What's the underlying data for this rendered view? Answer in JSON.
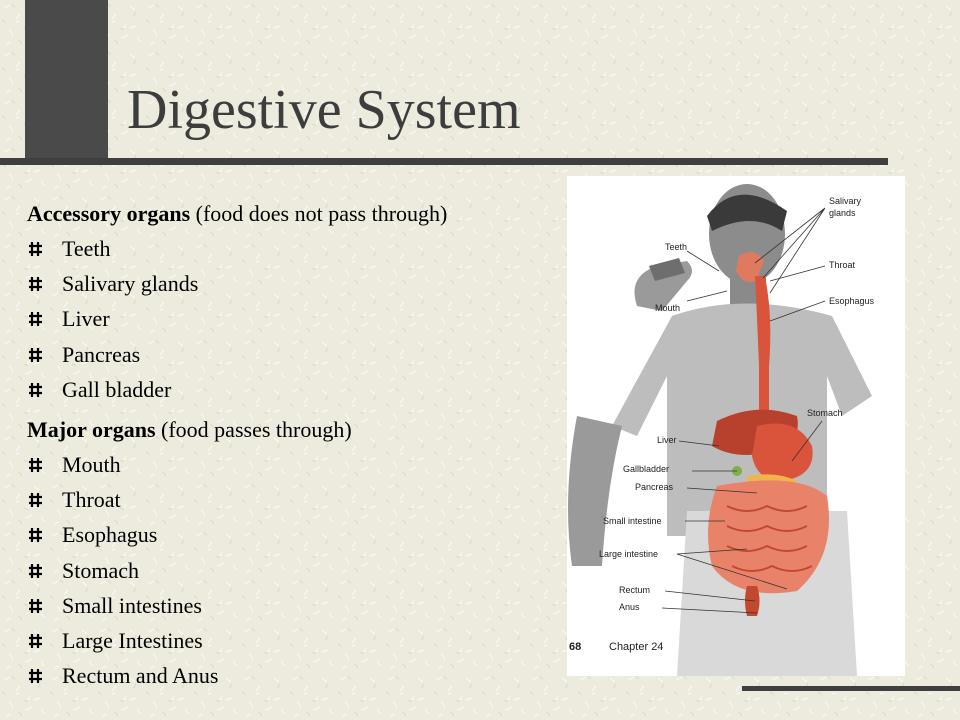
{
  "slide": {
    "title": "Digestive System",
    "accessory": {
      "heading_bold": "Accessory organs",
      "heading_rest": " (food does not pass through)",
      "items": [
        "Teeth",
        "Salivary glands",
        "Liver",
        "Pancreas",
        "Gall bladder"
      ]
    },
    "major": {
      "heading_bold": "Major organs",
      "heading_rest": " (food passes through)",
      "items": [
        "Mouth",
        "Throat",
        "Esophagus",
        "Stomach",
        "Small intestines",
        "Large Intestines",
        "Rectum and Anus"
      ]
    }
  },
  "figure": {
    "labels": {
      "salivary": "Salivary",
      "glands": "glands",
      "teeth": "Teeth",
      "throat": "Throat",
      "mouth": "Mouth",
      "esophagus": "Esophagus",
      "stomach": "Stomach",
      "liver": "Liver",
      "gallbladder": "Gallbladder",
      "pancreas": "Pancreas",
      "small_intestine": "Small intestine",
      "large_intestine": "Large intestine",
      "rectum": "Rectum",
      "anus": "Anus"
    },
    "page_number": "68",
    "chapter": "Chapter 24"
  },
  "colors": {
    "background": "#ecebdd",
    "bar": "#4a4a4a",
    "title": "#3d3d3d",
    "organ": "#d9543a"
  }
}
